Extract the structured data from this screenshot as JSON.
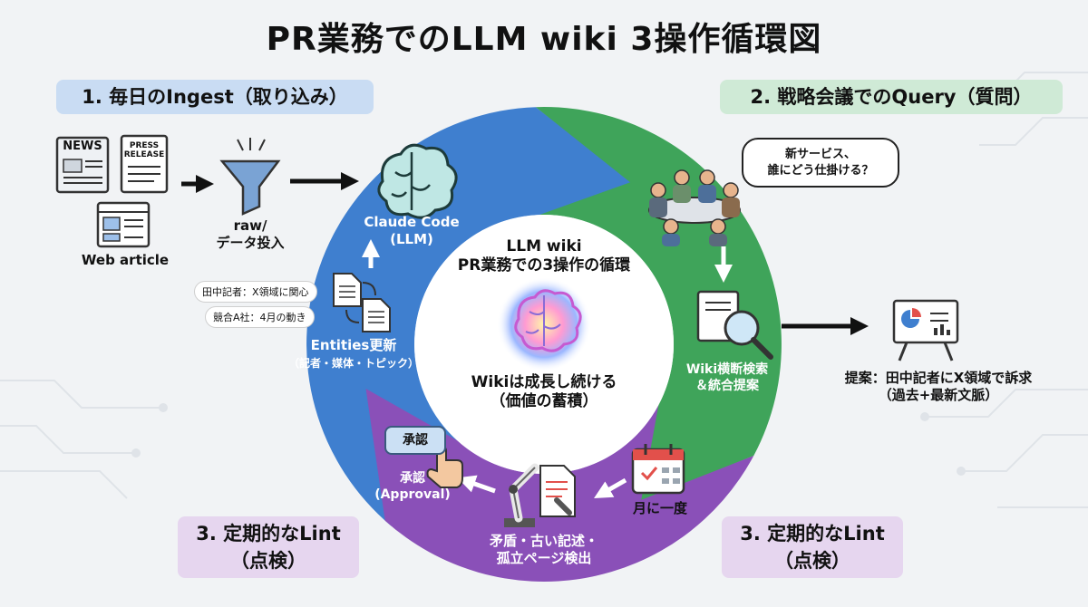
{
  "title": "PR業務でのLLM wiki 3操作循環図",
  "colors": {
    "blue": "#3f7fcf",
    "green": "#3fa45a",
    "purple": "#8a50b8",
    "dark": "#1a1a1a"
  },
  "center": {
    "title_line1": "LLM wiki",
    "title_line2": "PR業務での3操作の循環",
    "footer_line1": "Wikiは成長し続ける",
    "footer_line2": "（価値の蓄積）"
  },
  "ingest": {
    "badge": "1. 毎日のIngest（取り込み）",
    "news_label": "NEWS",
    "press_label_1": "PRESS",
    "press_label_2": "RELEASE",
    "web_article": "Web article",
    "raw_line1": "raw/",
    "raw_line2": "データ投入",
    "claude_line1": "Claude Code",
    "claude_line2": "(LLM)",
    "pill_1": "田中記者：X領域に関心",
    "pill_2": "競合A社：4月の動き",
    "entities_line1": "Entities更新",
    "entities_line2": "（記者・媒体・トピック）"
  },
  "query": {
    "badge": "2. 戦略会議でのQuery（質問）",
    "bubble_line1": "新サービス、",
    "bubble_line2": "誰にどう仕掛ける？",
    "search_line1": "Wiki横断検索",
    "search_line2": "＆統合提案",
    "proposal_line1": "提案：田中記者にX領域で訴求",
    "proposal_line2": "（過去+最新文脈）"
  },
  "lint": {
    "badge_left_line1": "3. 定期的なLint",
    "badge_left_line2": "（点検）",
    "badge_right_line1": "3. 定期的なLint",
    "badge_right_line2": "（点検）",
    "monthly": "月に一度",
    "check_line1": "矛盾・古い記述・",
    "check_line2": "孤立ページ検出",
    "approve_button": "承認",
    "approve_line1": "承認",
    "approve_line2": "(Approval)"
  },
  "icons": [
    "funnel-icon",
    "brain-icon",
    "document-icon",
    "meeting-icon",
    "magnifier-icon",
    "presentation-icon",
    "calendar-icon",
    "robot-arm-icon",
    "click-hand-icon"
  ]
}
